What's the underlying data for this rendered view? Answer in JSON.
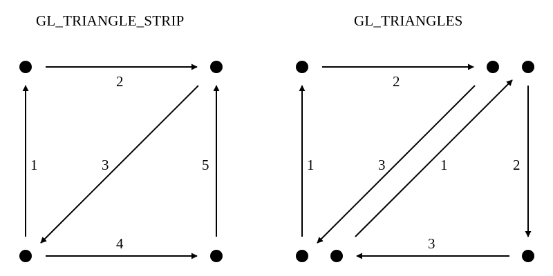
{
  "titles": {
    "strip": "GL_TRIANGLE_STRIP",
    "triangles": "GL_TRIANGLES"
  },
  "strip": {
    "edge_labels": {
      "left": "1",
      "top": "2",
      "diagonal": "3",
      "bottom": "4",
      "right": "5"
    }
  },
  "triangles": {
    "edge_labels": {
      "left": "1",
      "top": "2",
      "diagonal_down": "3",
      "diagonal_up": "1",
      "right": "2",
      "bottom": "3"
    }
  },
  "colors": {
    "ink": "#000000",
    "background": "#ffffff"
  }
}
